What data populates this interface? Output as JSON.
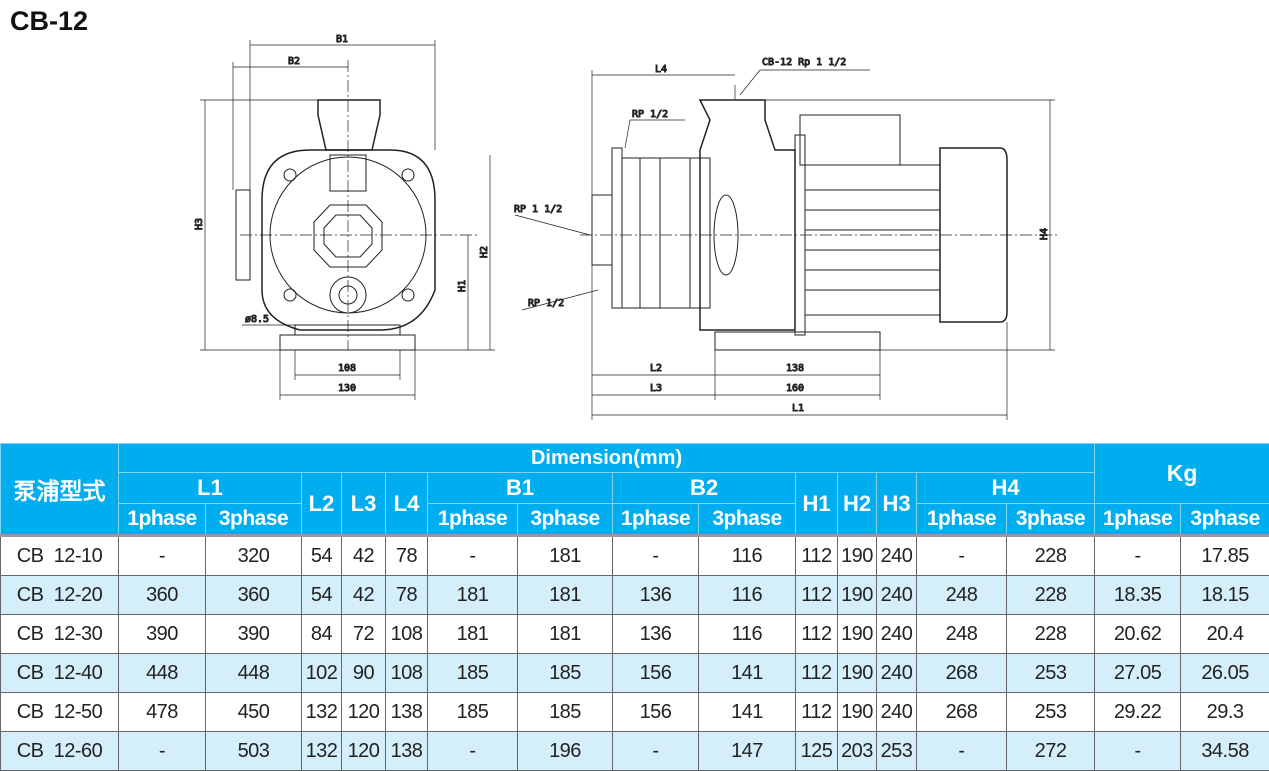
{
  "title": "CB-12",
  "drawing": {
    "front": {
      "b1": "B1",
      "b2": "B2",
      "h3": "H3",
      "h2": "H2",
      "h1": "H1",
      "hole": "ø8.5",
      "base_inner": "108",
      "base_outer": "130"
    },
    "side": {
      "l4": "L4",
      "outlet": "CB-12 Rp 1 1/2",
      "rp_top": "RP 1/2",
      "inlet": "RP 1 1/2",
      "rp_bottom": "RP 1/2",
      "l2": "L2",
      "base_inner": "138",
      "l3": "L3",
      "base_outer": "160",
      "l1": "L1",
      "h4": "H4"
    }
  },
  "table": {
    "model_header": "泵浦型式",
    "dimension_header": "Dimension(mm)",
    "kg_header": "Kg",
    "groups": {
      "l1": "L1",
      "l2": "L2",
      "l3": "L3",
      "l4": "L4",
      "b1": "B1",
      "b2": "B2",
      "h1": "H1",
      "h2": "H2",
      "h3": "H3",
      "h4": "H4"
    },
    "phase1": "1phase",
    "phase3": "3phase",
    "rows": [
      [
        "CB  12-10",
        "-",
        "320",
        "54",
        "42",
        "78",
        "-",
        "181",
        "-",
        "116",
        "112",
        "190",
        "240",
        "-",
        "228",
        "-",
        "17.85"
      ],
      [
        "CB  12-20",
        "360",
        "360",
        "54",
        "42",
        "78",
        "181",
        "181",
        "136",
        "116",
        "112",
        "190",
        "240",
        "248",
        "228",
        "18.35",
        "18.15"
      ],
      [
        "CB  12-30",
        "390",
        "390",
        "84",
        "72",
        "108",
        "181",
        "181",
        "136",
        "116",
        "112",
        "190",
        "240",
        "248",
        "228",
        "20.62",
        "20.4"
      ],
      [
        "CB  12-40",
        "448",
        "448",
        "102",
        "90",
        "108",
        "185",
        "185",
        "156",
        "141",
        "112",
        "190",
        "240",
        "268",
        "253",
        "27.05",
        "26.05"
      ],
      [
        "CB  12-50",
        "478",
        "450",
        "132",
        "120",
        "138",
        "185",
        "185",
        "156",
        "141",
        "112",
        "190",
        "240",
        "268",
        "253",
        "29.22",
        "29.3"
      ],
      [
        "CB  12-60",
        "-",
        "503",
        "132",
        "120",
        "138",
        "-",
        "196",
        "-",
        "147",
        "125",
        "203",
        "253",
        "-",
        "272",
        "-",
        "34.58"
      ]
    ]
  }
}
